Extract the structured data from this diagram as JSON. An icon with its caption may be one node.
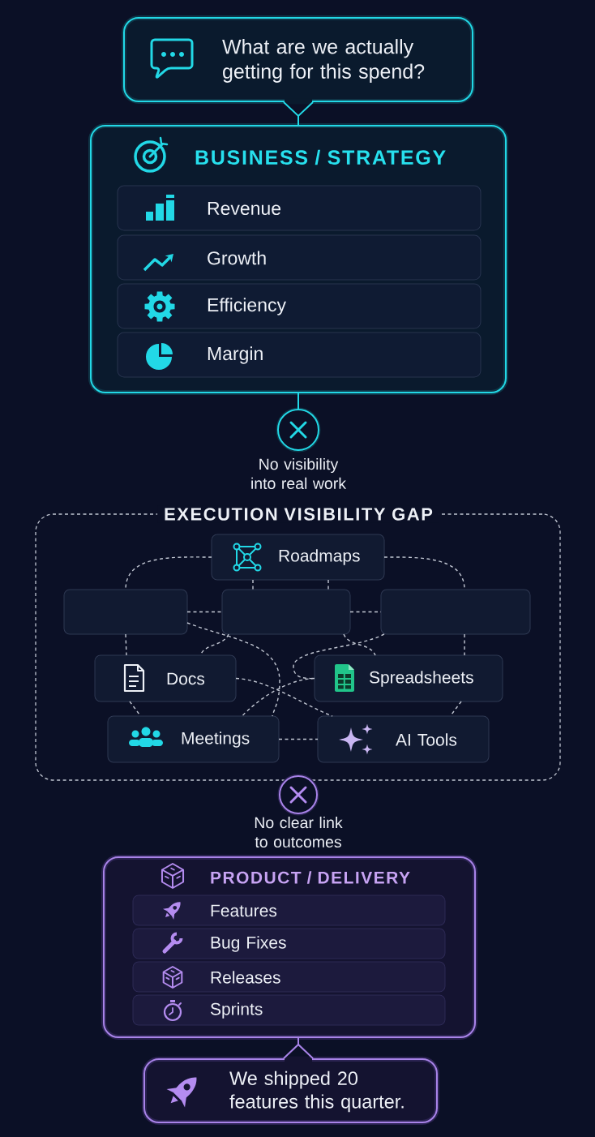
{
  "diagram": {
    "nodes": [
      {
        "text": [
          "What are we actually getting for this spend?"
        ]
      },
      {
        "text": [
          "BUSINESS / STRATEGY"
        ]
      },
      {
        "text": [
          "Revenue"
        ],
        "in": 1
      },
      {
        "text": [
          "Growth"
        ],
        "in": 1
      },
      {
        "text": [
          "Efficiency"
        ],
        "in": 1
      },
      {
        "text": [
          "Margin"
        ],
        "in": 1
      },
      {
        "text": [],
        "shape": "circle",
        "beside": [
          "No visibility into real work"
        ]
      },
      {
        "text": [
          "EXECUTION VISIBILITY GAP"
        ]
      },
      {
        "text": [
          "Roadmaps"
        ],
        "in": 7
      },
      {
        "text": [],
        "shape": "box",
        "in": 7
      },
      {
        "text": [],
        "shape": "box",
        "in": 7
      },
      {
        "text": [],
        "shape": "box",
        "in": 7
      },
      {
        "text": [
          "Docs"
        ],
        "in": 7
      },
      {
        "text": [
          "Spreadsheets"
        ],
        "in": 7
      },
      {
        "text": [
          "Meetings"
        ],
        "in": 7
      },
      {
        "text": [
          "AI Tools"
        ],
        "in": 7
      },
      {
        "text": [],
        "shape": "circle",
        "beside": [
          "No clear link to outcomes"
        ]
      },
      {
        "text": [
          "PRODUCT / DELIVERY"
        ]
      },
      {
        "text": [
          "Features"
        ],
        "in": 17
      },
      {
        "text": [
          "Bug Fixes"
        ],
        "in": 17
      },
      {
        "text": [
          "Releases"
        ],
        "in": 17
      },
      {
        "text": [
          "Sprints"
        ],
        "in": 17
      },
      {
        "text": [
          "We shipped 20 features this quarter."
        ]
      }
    ],
    "edges": [
      {
        "from": 0,
        "to": 1,
        "arrow": "other",
        "color": "#22d8e6"
      },
      {
        "from": 1,
        "to": 6,
        "arrow": "none",
        "color": "#22d8e6"
      },
      {
        "from": 8,
        "to": 9,
        "arrow": "none",
        "style": "dashed"
      },
      {
        "from": 8,
        "to": 11,
        "arrow": "none",
        "style": "dashed"
      },
      {
        "from": 8,
        "to": 10,
        "arrow": "none",
        "style": "dashed"
      },
      {
        "from": 8,
        "to": 10,
        "arrow": "none",
        "style": "dashed"
      },
      {
        "from": 9,
        "to": 10,
        "arrow": "none",
        "style": "dashed"
      },
      {
        "from": 10,
        "to": 11,
        "arrow": "none",
        "style": "dashed"
      },
      {
        "from": 9,
        "to": 12,
        "arrow": "none",
        "style": "dashed"
      },
      {
        "from": 11,
        "to": 13,
        "arrow": "none",
        "style": "dashed"
      },
      {
        "from": 10,
        "to": 12,
        "arrow": "none",
        "style": "dashed"
      },
      {
        "from": 10,
        "to": 13,
        "arrow": "none",
        "style": "dashed"
      },
      {
        "from": 9,
        "to": 14,
        "arrow": "none",
        "style": "dashed"
      },
      {
        "from": 11,
        "to": 13,
        "arrow": "none",
        "style": "dashed"
      },
      {
        "from": 12,
        "to": 15,
        "arrow": "none",
        "style": "dashed"
      },
      {
        "from": 13,
        "to": 14,
        "arrow": "none",
        "style": "dashed"
      },
      {
        "from": 12,
        "to": 14,
        "arrow": "none",
        "style": "dashed"
      },
      {
        "from": 13,
        "to": 15,
        "arrow": "none",
        "style": "dashed"
      },
      {
        "from": 14,
        "to": 15,
        "arrow": "none",
        "style": "dashed"
      },
      {
        "from": 22,
        "to": 17,
        "arrow": "other",
        "color": "#a883e8"
      }
    ]
  }
}
